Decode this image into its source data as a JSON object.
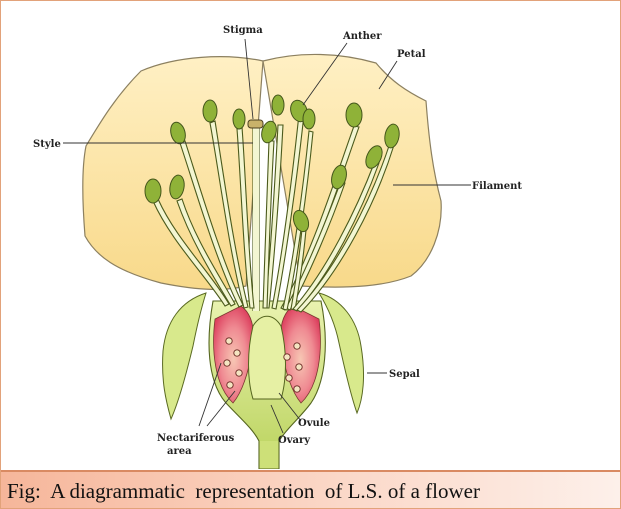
{
  "labels": {
    "stigma": "Stigma",
    "anther": "Anther",
    "petal": "Petal",
    "style": "Style",
    "filament": "Filament",
    "sepal": "Sepal",
    "ovule": "Ovule",
    "ovary": "Ovary",
    "nectariferous_line1": "Nectariferous",
    "nectariferous_line2": "area"
  },
  "caption": "Fig:  A diagrammatic  representation  of L.S. of a flower",
  "colors": {
    "petal": "#fde5a0",
    "petal_edge": "#9a8a5a",
    "receptacle_green": "#cfe07a",
    "nectary_pink": "#e5546a",
    "caption_bg": "#f6b69a"
  }
}
